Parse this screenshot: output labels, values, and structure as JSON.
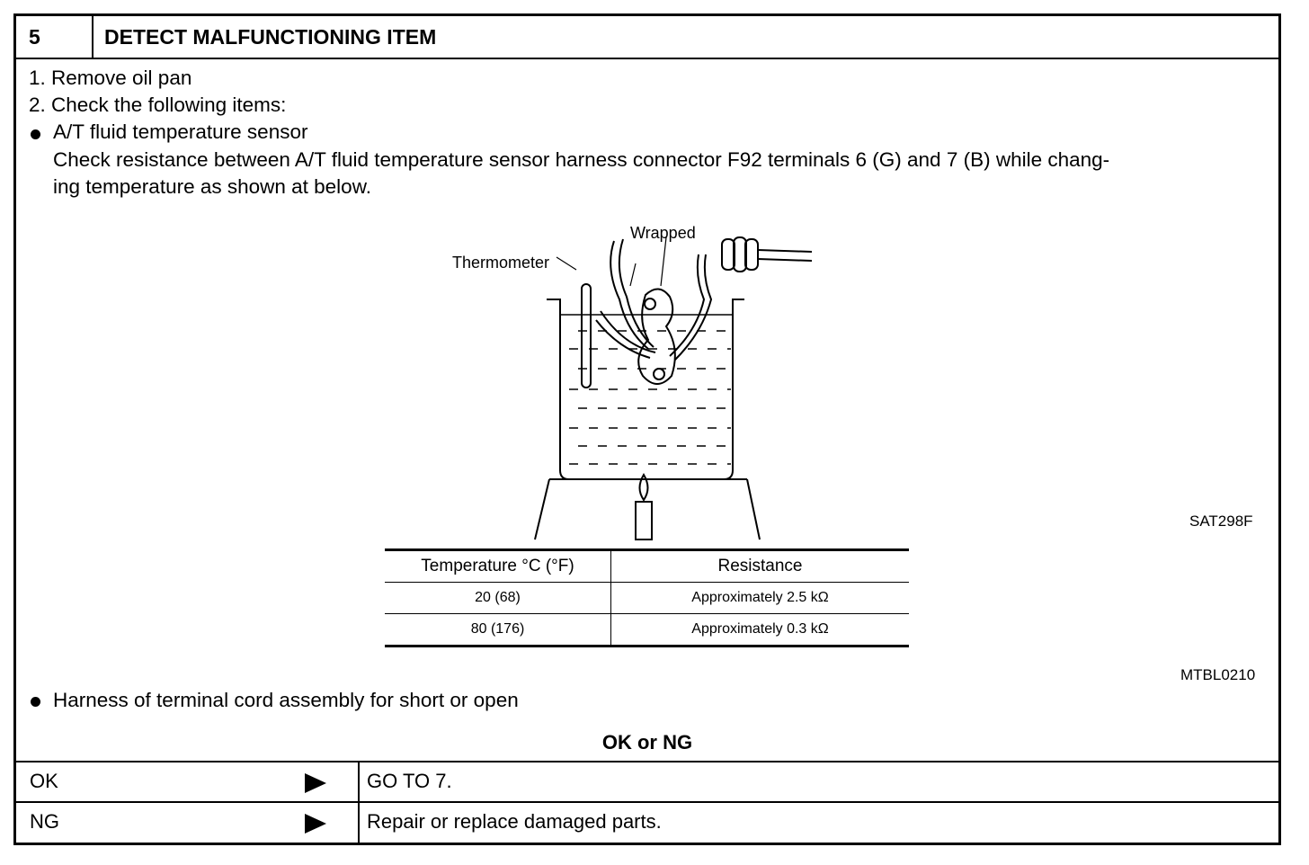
{
  "header": {
    "step_number": "5",
    "title": "DETECT MALFUNCTIONING ITEM"
  },
  "steps": {
    "line1": "1.  Remove oil pan",
    "line2": "2.  Check the following items:",
    "bullet1_title": "A/T fluid temperature sensor",
    "bullet1_desc_l1": "Check resistance between A/T fluid temperature sensor harness connector F92 terminals 6 (G) and 7 (B) while chang-",
    "bullet1_desc_l2": "ing temperature as shown at below.",
    "bullet2": "Harness of terminal cord assembly for short or open"
  },
  "figure": {
    "label_wrapped": "Wrapped",
    "label_thermometer": "Thermometer",
    "figure_id": "SAT298F"
  },
  "spec_table": {
    "headers": [
      "Temperature °C (°F)",
      "Resistance"
    ],
    "rows": [
      [
        "20 (68)",
        "Approximately 2.5 kΩ"
      ],
      [
        "80 (176)",
        "Approximately 0.3 kΩ"
      ]
    ],
    "table_id": "MTBL0210"
  },
  "result": {
    "label": "OK or NG",
    "ok_key": "OK",
    "ok_value": "GO TO 7.",
    "ng_key": "NG",
    "ng_value": "Repair or replace damaged parts."
  }
}
